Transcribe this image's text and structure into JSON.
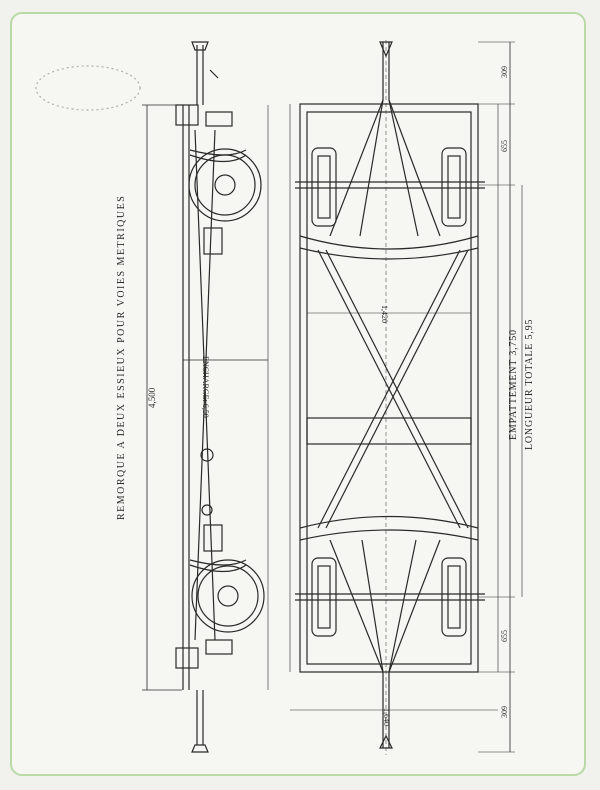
{
  "drawing": {
    "title": "REMORQUE A DEUX ESSIEUX POUR VOIES METRIQUES",
    "overall_length_label": "4,500",
    "overhang_label": "ENCHARGE: 6,50",
    "track_width_label": "1,420",
    "outer_width_label": "1,640",
    "wheelbase_label": "EMPATTEMENT 3,750",
    "total_length_label": "LONGUEUR TOTALE 5,95",
    "dim_top_1": "309",
    "dim_top_2": "655",
    "dim_bottom_1": "655",
    "dim_bottom_2": "309",
    "stamp_text": "—"
  },
  "colors": {
    "ink": "#2a2a2a",
    "paper": "#f6f6f3",
    "border": "#b9d9a7"
  }
}
